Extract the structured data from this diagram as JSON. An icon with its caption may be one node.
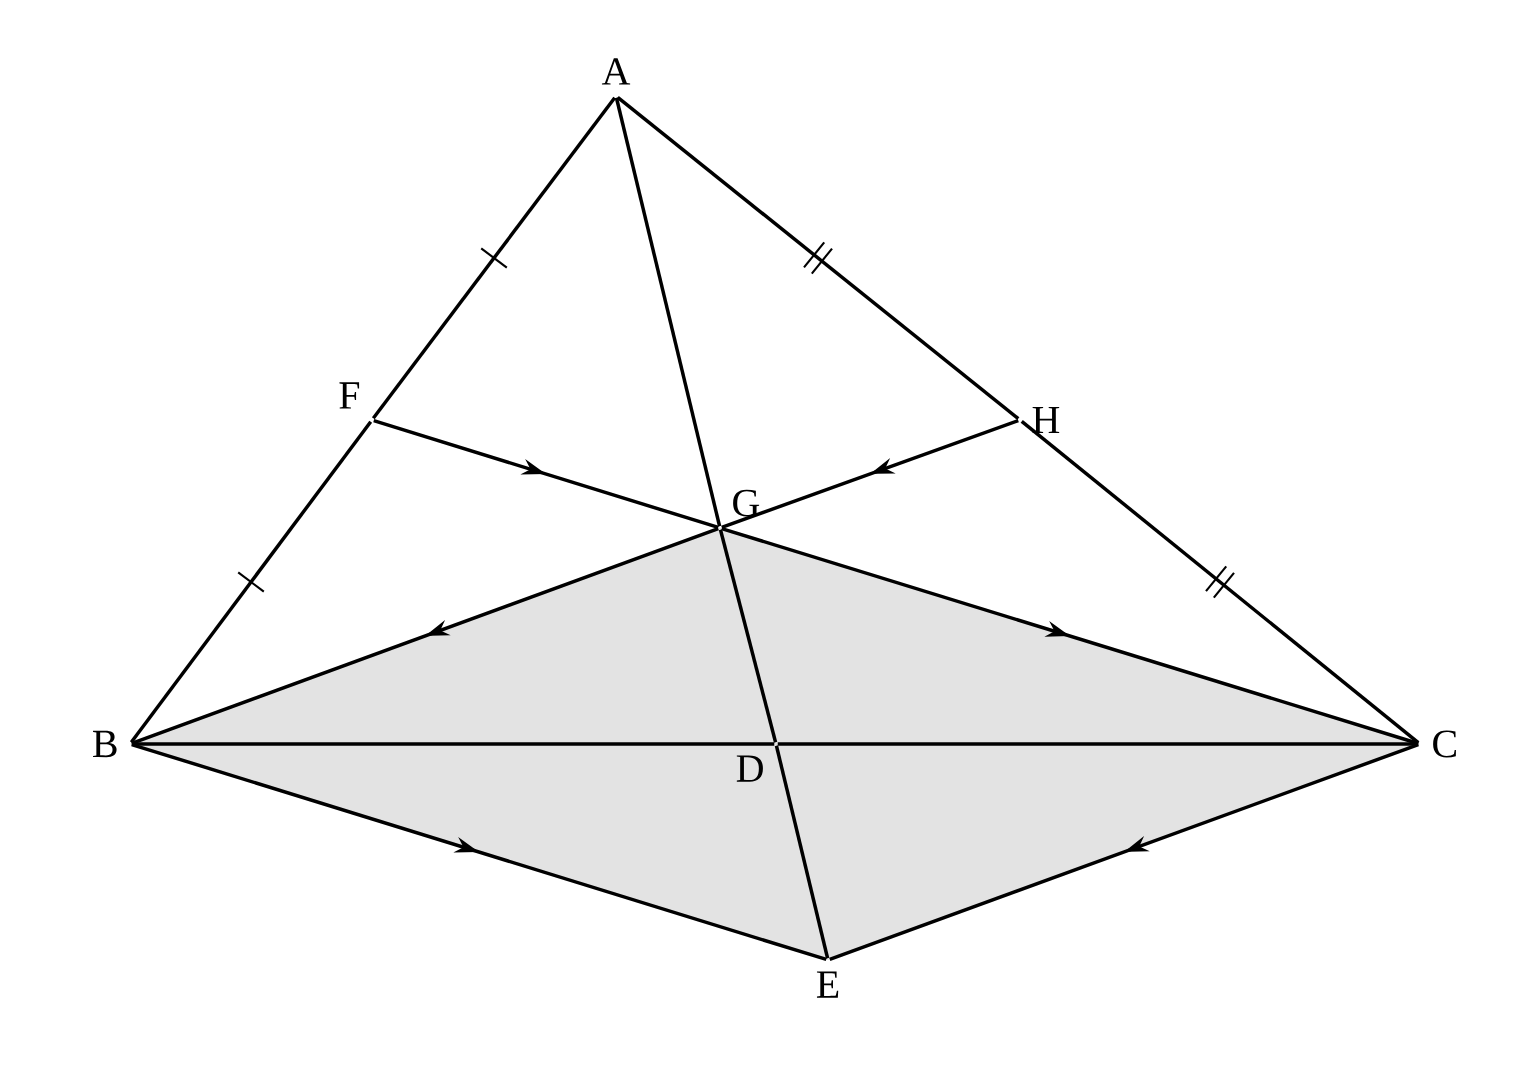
{
  "diagram": {
    "nodes": [
      {
        "text": [
          "A"
        ]
      },
      {
        "text": [
          "F"
        ]
      },
      {
        "text": [
          "G"
        ]
      },
      {
        "text": [
          "H"
        ]
      },
      {
        "text": [
          "B"
        ]
      },
      {
        "text": [
          "D"
        ]
      },
      {
        "text": [
          "C"
        ]
      },
      {
        "text": [
          "E"
        ]
      }
    ],
    "edges": [
      {
        "from": 0,
        "to": 1,
        "arrow": "none"
      },
      {
        "from": 1,
        "to": 4,
        "arrow": "none"
      },
      {
        "from": 0,
        "to": 3,
        "arrow": "none"
      },
      {
        "from": 3,
        "to": 6,
        "arrow": "none"
      },
      {
        "from": 0,
        "to": 2,
        "arrow": "none"
      },
      {
        "from": 2,
        "to": 5,
        "arrow": "none"
      },
      {
        "from": 5,
        "to": 7,
        "arrow": "none"
      },
      {
        "from": 4,
        "to": 5,
        "arrow": "none"
      },
      {
        "from": 5,
        "to": 6,
        "arrow": "none"
      },
      {
        "from": 1,
        "to": 2,
        "arrow": "to"
      },
      {
        "from": 3,
        "to": 2,
        "arrow": "to"
      },
      {
        "from": 2,
        "to": 4,
        "arrow": "to"
      },
      {
        "from": 2,
        "to": 6,
        "arrow": "to"
      },
      {
        "from": 4,
        "to": 7,
        "arrow": "to"
      },
      {
        "from": 6,
        "to": 7,
        "arrow": "to"
      }
    ]
  }
}
